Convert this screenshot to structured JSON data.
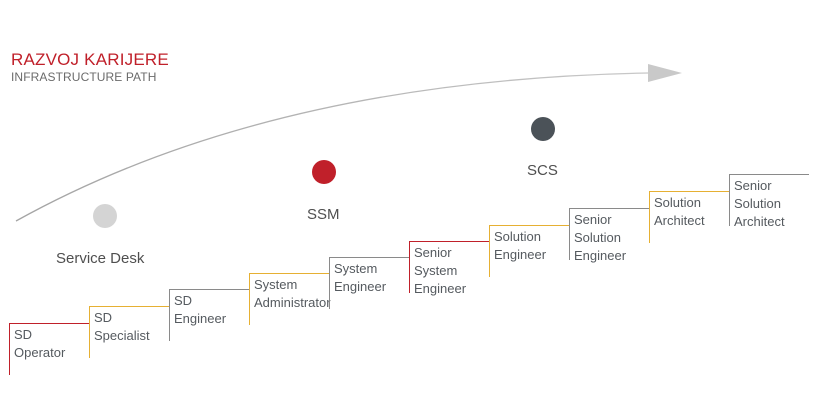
{
  "header": {
    "title": "RAZVOJ KARIJERE",
    "subtitle": "INFRASTRUCTURE PATH"
  },
  "stages": [
    {
      "label": "Service Desk",
      "color": "#d4d4d4"
    },
    {
      "label": "SSM",
      "color": "#c0202a"
    },
    {
      "label": "SCS",
      "color": "#4b5258"
    }
  ],
  "steps": [
    {
      "lines": [
        "SD",
        "Operator"
      ],
      "border": "#c0202a"
    },
    {
      "lines": [
        "SD",
        "Specialist"
      ],
      "border": "#e6b033"
    },
    {
      "lines": [
        "SD",
        "Engineer"
      ],
      "border": "#8a8a8a"
    },
    {
      "lines": [
        "System",
        "Administrator"
      ],
      "border": "#e6b033"
    },
    {
      "lines": [
        "System",
        "Engineer"
      ],
      "border": "#8a8a8a"
    },
    {
      "lines": [
        "Senior",
        "System",
        "Engineer"
      ],
      "border": "#c0202a"
    },
    {
      "lines": [
        "Solution",
        "Engineer"
      ],
      "border": "#e6b033"
    },
    {
      "lines": [
        "Senior",
        "Solution",
        "Engineer"
      ],
      "border": "#8a8a8a"
    },
    {
      "lines": [
        "Solution",
        "Architect"
      ],
      "border": "#e6b033"
    },
    {
      "lines": [
        "Senior",
        "Solution",
        "Architect"
      ],
      "border": "#8a8a8a"
    }
  ]
}
